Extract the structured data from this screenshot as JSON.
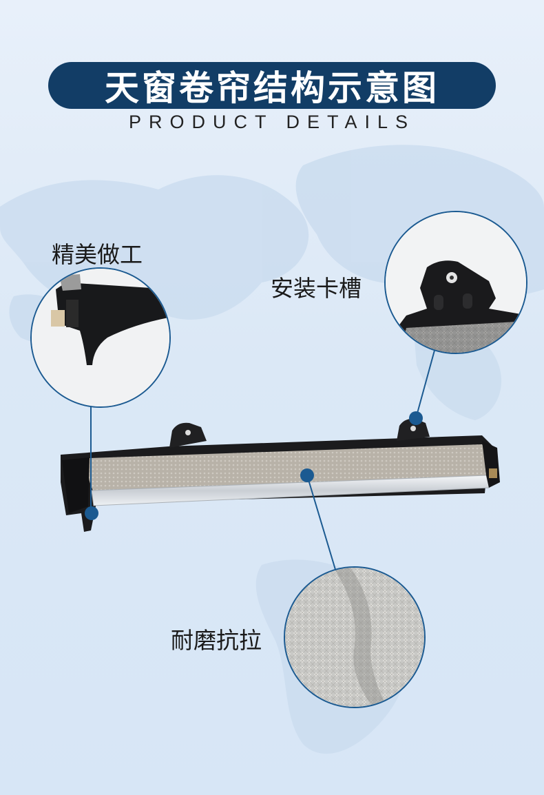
{
  "header": {
    "title": "天窗卷帘结构示意图",
    "subtitle": "PRODUCT DETAILS"
  },
  "callouts": {
    "workmanship": "精美做工",
    "mount_slot": "安装卡槽",
    "fabric": "耐磨抗拉"
  },
  "colors": {
    "accent": "#123d66",
    "callout_line": "#1b5a91",
    "background": "#dbe8f6"
  }
}
